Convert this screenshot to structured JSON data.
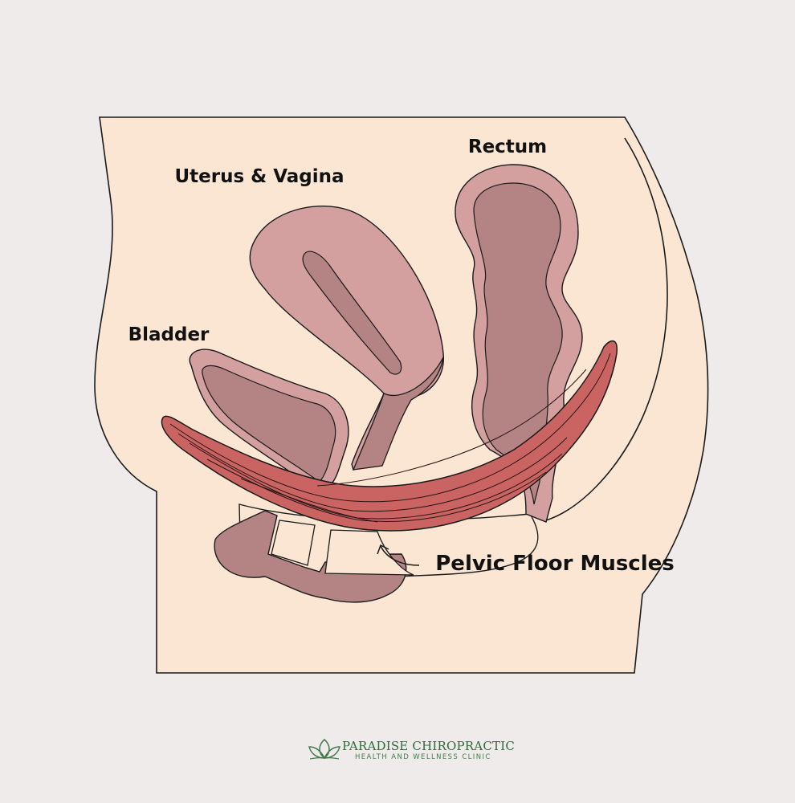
{
  "labels": {
    "rectum": "Rectum",
    "uterus_vagina": "Uterus & Vagina",
    "bladder": "Bladder",
    "pelvic_floor": "Pelvic Floor Muscles"
  },
  "logo": {
    "name": "PARADISE CHIROPRACTIC",
    "tagline": "HEALTH AND WELLNESS CLINIC",
    "icon": "lotus-icon"
  },
  "colors": {
    "background": "#efebea",
    "body": "#fbe6d3",
    "organ_outer": "#d39f9f",
    "organ_inner": "#b48383",
    "muscle": "#c96462",
    "outline": "#1a1a1a",
    "brand": "#2f6a3c"
  }
}
